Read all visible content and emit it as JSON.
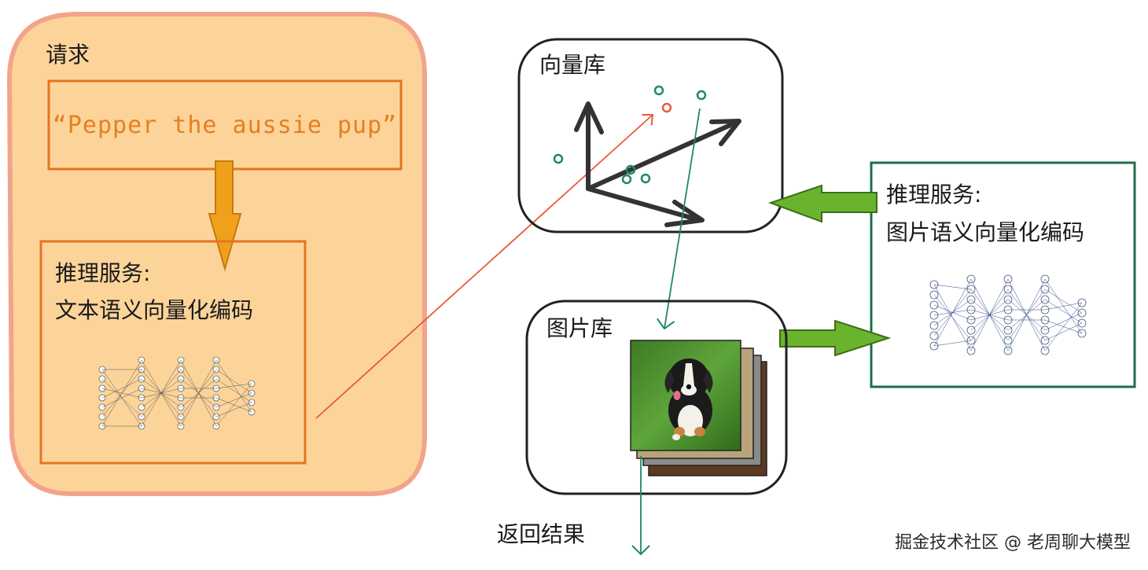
{
  "request_box": {
    "title": "请求",
    "query_text": "“Pepper the aussie pup”"
  },
  "text_inference_box": {
    "title_line1": "推理服务:",
    "title_line2": "文本语义向量化编码"
  },
  "vector_db_box": {
    "title": "向量库"
  },
  "image_inference_box": {
    "title_line1": "推理服务:",
    "title_line2": "图片语义向量化编码"
  },
  "image_db_box": {
    "title": "图片库"
  },
  "result_label": "返回结果",
  "watermark": "掘金技术社区 @ 老周聊大模型",
  "colors": {
    "request_fill": "#fcd49a",
    "request_border": "#f2a48a",
    "orange": "#e67e22",
    "inner_orange_border": "#e8731f",
    "green_arrow": "#6ab42d",
    "teal_line": "#1e8a62",
    "red_line": "#e85a3a",
    "dark_green_border": "#1e6e4a",
    "gold_arrow": "#f0a11c"
  },
  "icons": [
    "neural-network-icon",
    "puppy-photo-stack",
    "vector-axes-icon"
  ]
}
